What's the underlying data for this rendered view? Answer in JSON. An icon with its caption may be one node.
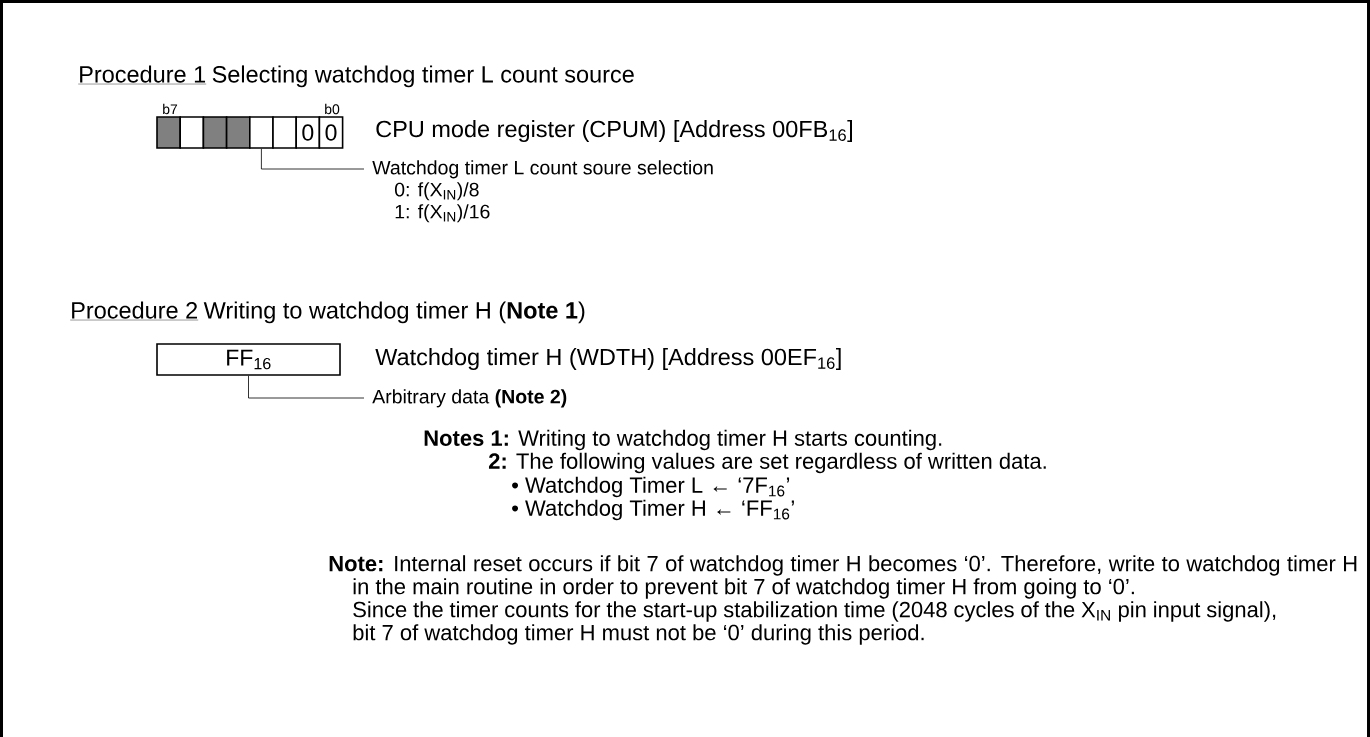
{
  "diagram": {
    "nodes": [
      {
        "text": [],
        "shape": "box"
      },
      {
        "text": [],
        "shape": "box"
      },
      {
        "text": [],
        "shape": "box"
      },
      {
        "text": [],
        "shape": "box"
      },
      {
        "text": [],
        "shape": "box"
      },
      {
        "text": [],
        "shape": "box"
      },
      {
        "text": [
          "0"
        ]
      },
      {
        "text": [
          "0"
        ]
      },
      {
        "text": [
          "Watchdog timer L count soure selection",
          "0: f(X$_{IN}$)/8",
          "1: f(X$_{IN}$)/16"
        ]
      },
      {
        "text": [
          "FF$_{16}$"
        ]
      },
      {
        "text": [
          "Arbitrary data **(Note 2)**"
        ]
      }
    ],
    "edges": [
      {
        "from": 8,
        "to": 4,
        "arrow": "none"
      },
      {
        "from": 10,
        "to": 9,
        "arrow": "none"
      }
    ],
    "labels": [
      "Procedure 1",
      "Selecting watchdog timer L count source",
      "b7",
      "b0",
      "CPU mode register (CPUM) [Address 00FB$_{16}$]",
      "Procedure 2",
      "Writing to watchdog timer H (**Note 1**)",
      "Watchdog timer H (WDTH) [Address 00EF$_{16}$]",
      "**Notes 1:** Writing to watchdog timer H starts counting.",
      "**2:** The following values are set regardless of written data.",
      "• Watchdog Timer L ← ‘7F$_{16}$’",
      "• Watchdog Timer H ← ‘FF$_{16}$’",
      "**Note:** Internal reset occurs if bit 7 of watchdog timer H becomes ‘0’. Therefore, write to watchdog timer H in the main routine in order to prevent bit 7 of watchdog timer H from going to ‘0’.",
      "Since the timer counts for the start-up stabilization time (2048 cycles of the X$_{IN}$ pin input signal), bit 7 of watchdog timer H must not be ‘0’ during this period."
    ]
  }
}
